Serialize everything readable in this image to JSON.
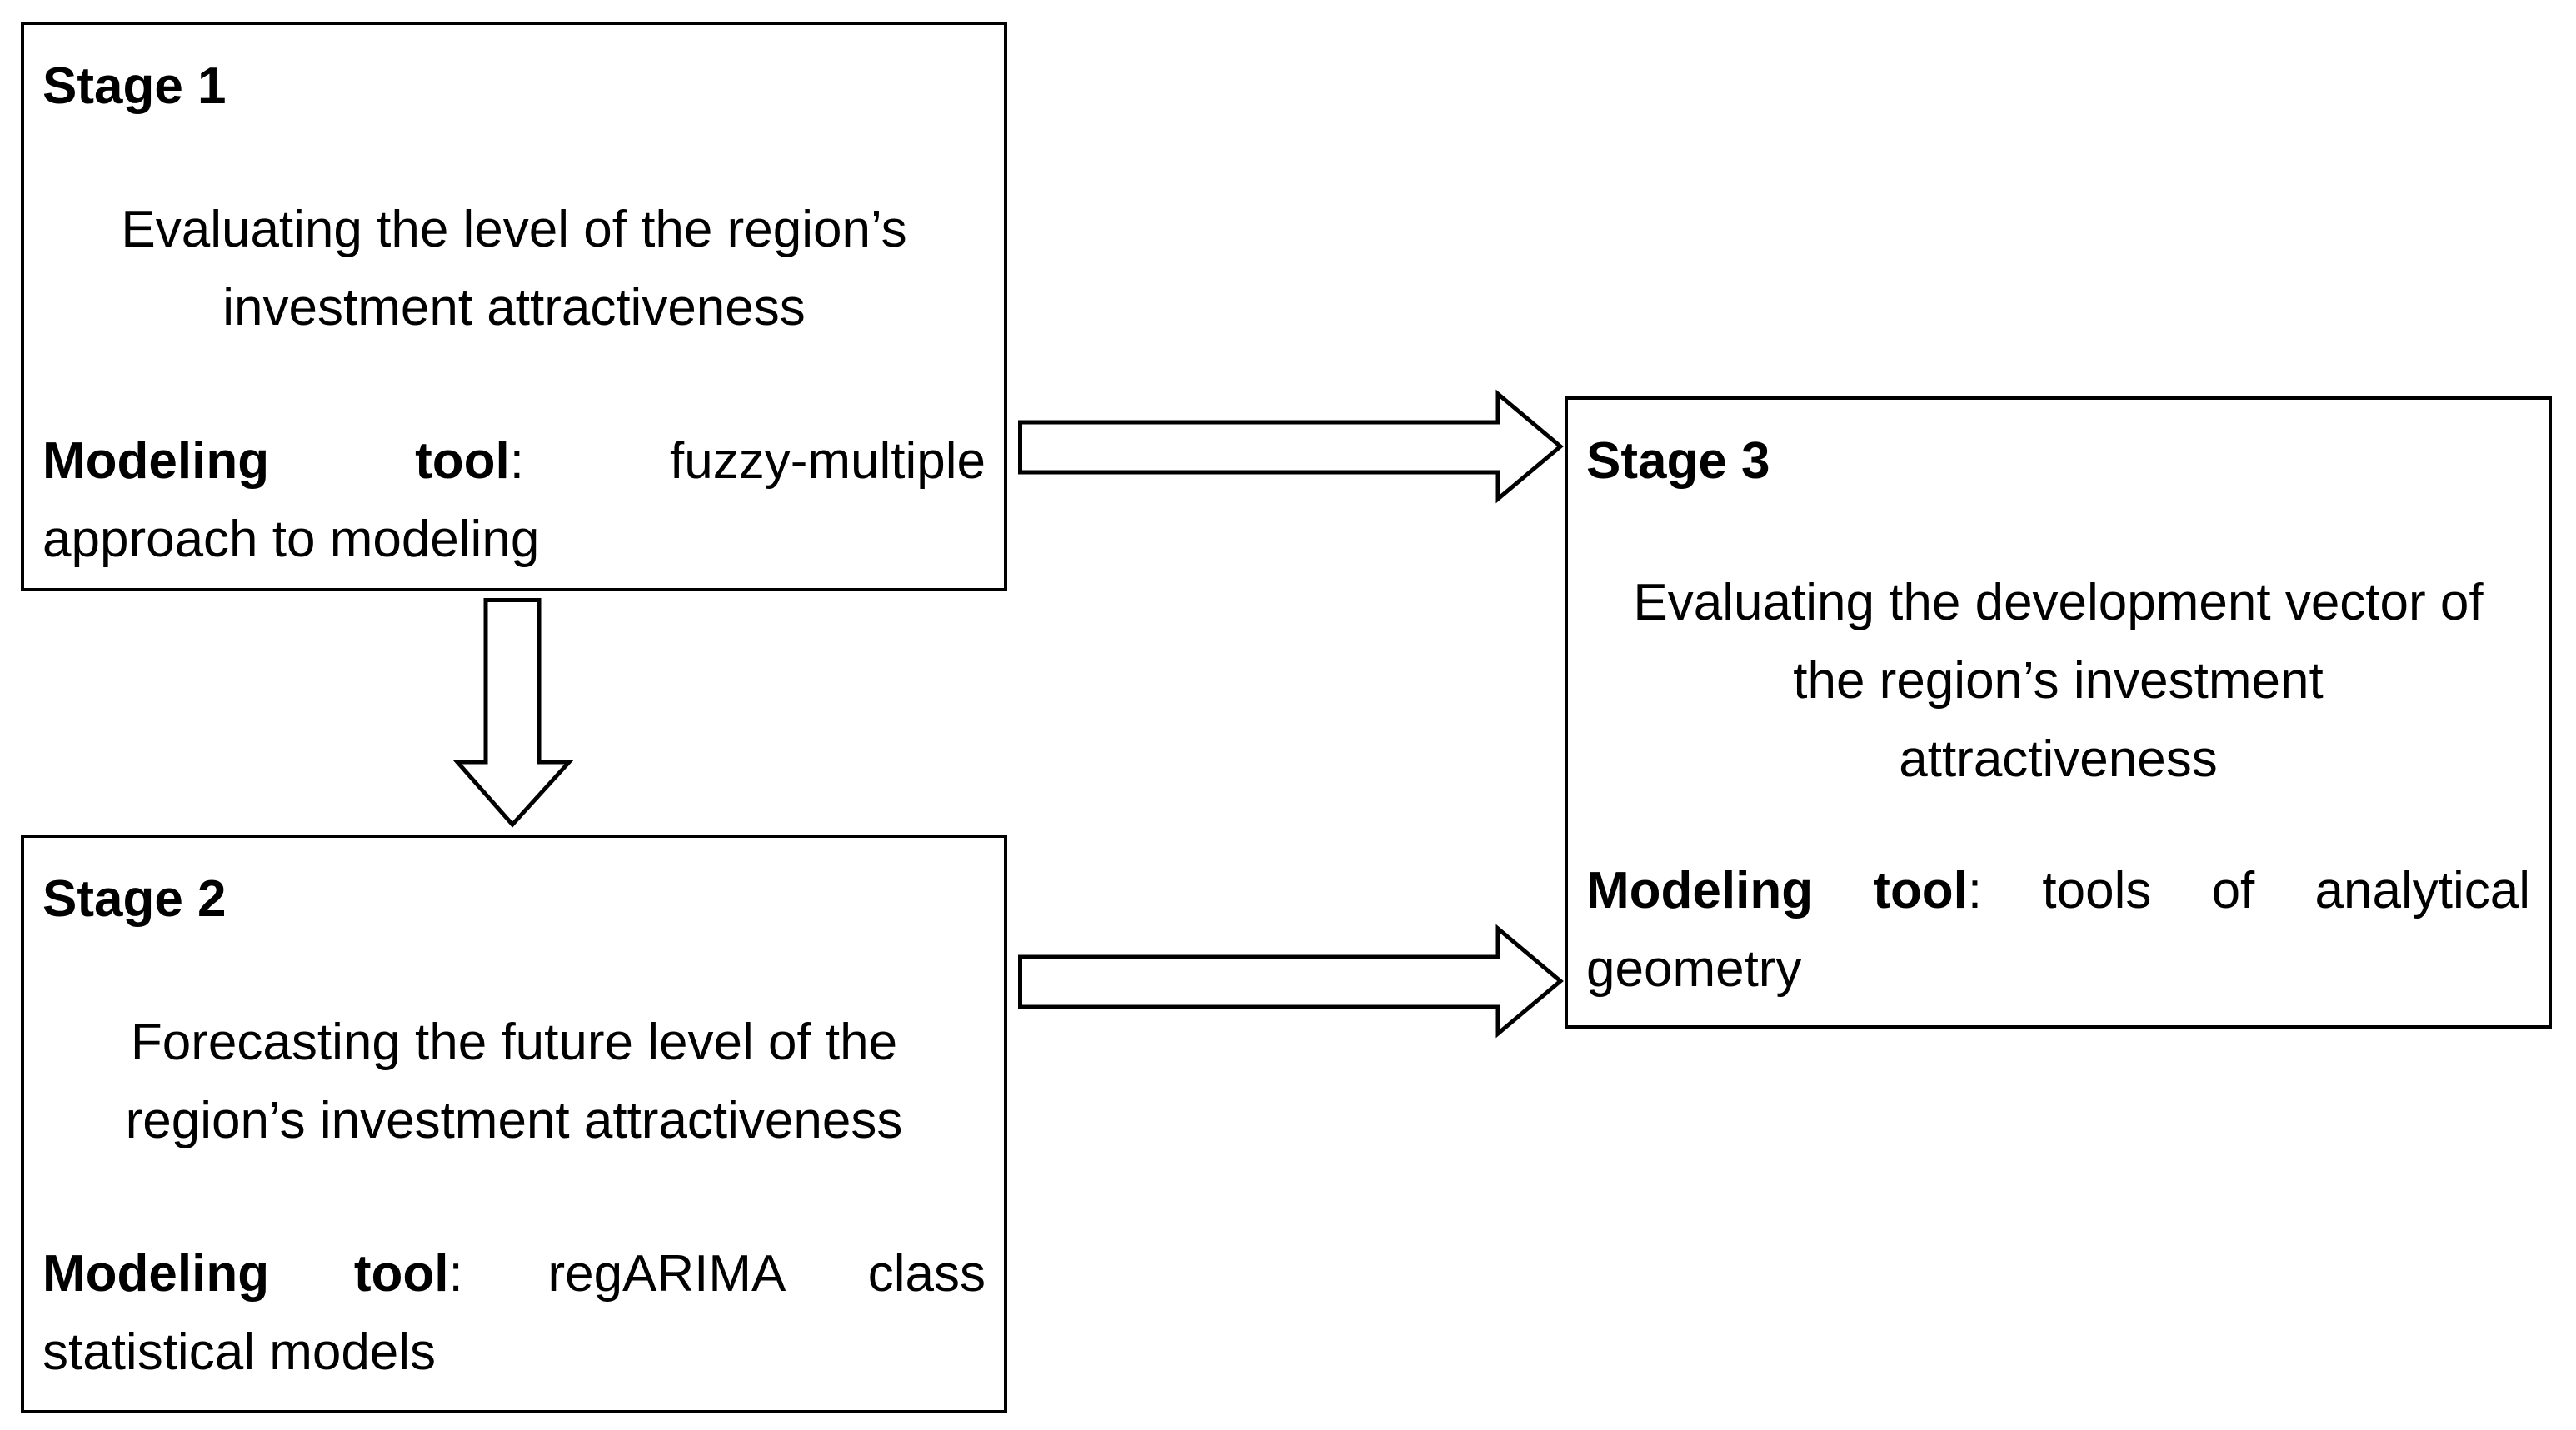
{
  "stages": {
    "stage1": {
      "title": "Stage 1",
      "description": [
        "Evaluating the level of the region’s",
        "investment attractiveness"
      ],
      "tool": {
        "label": "Modeling tool",
        "colon": ":",
        "value_line1": "fuzzy-multiple",
        "value_line2": "approach to modeling"
      }
    },
    "stage2": {
      "title": "Stage 2",
      "description": [
        "Forecasting the future level of the",
        "region’s investment attractiveness"
      ],
      "tool": {
        "label": "Modeling tool",
        "colon": ":",
        "value_line1": "regARIMA class",
        "value_line2": "statistical models"
      }
    },
    "stage3": {
      "title": "Stage 3",
      "description": [
        "Evaluating the development vector of",
        "the region’s investment",
        "attractiveness"
      ],
      "tool": {
        "label": "Modeling tool",
        "colon": ":",
        "value_line1": "tools of analytical",
        "value_line2": "geometry"
      }
    }
  },
  "icons": {
    "stage1_to_stage3": "right-arrow",
    "stage1_to_stage2": "down-arrow",
    "stage2_to_stage3": "right-arrow"
  },
  "colors": {
    "background": "#ffffff",
    "border": "#000000",
    "text": "#000000",
    "arrow_fill": "#ffffff"
  }
}
